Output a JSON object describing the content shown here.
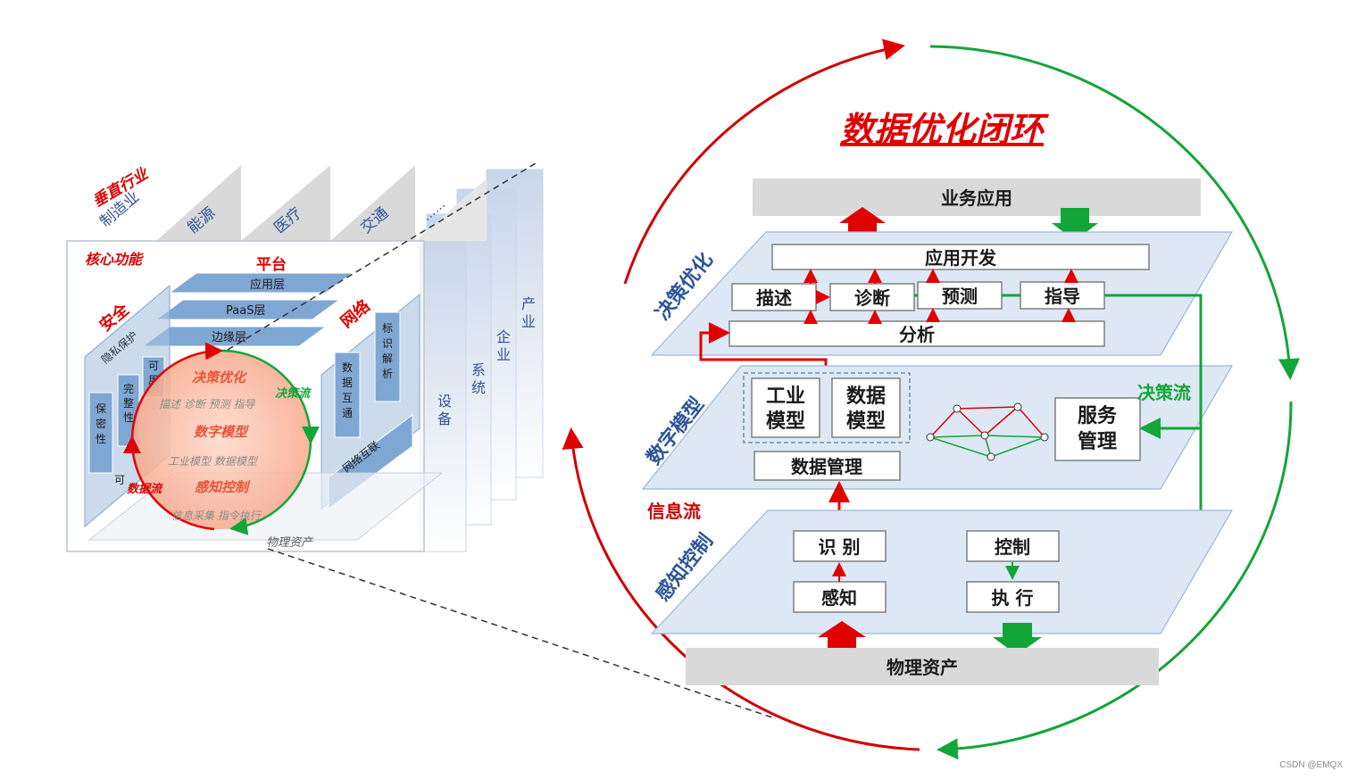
{
  "cube": {
    "vertical_title": "垂直行业",
    "industries": [
      "制造业",
      "能源",
      "医疗",
      "交通",
      "……"
    ],
    "core_title": "核心功能",
    "platform": "平台",
    "security": "安全",
    "network": "网络",
    "layers": [
      "应用层",
      "PaaS层",
      "边缘层"
    ],
    "privacy": "隐私保护",
    "confidentiality": "保密性",
    "integrity": "完整性",
    "availability": "可用性",
    "controllability": "可控性",
    "identity": "标识解析",
    "data_interop": "数据互通",
    "net_interconnect": "网络互联",
    "decision_opt": "决策优化",
    "decision_flow": "决策流",
    "decision_items": "描述 诊断 预测 指导",
    "digital_model": "数字模型",
    "model_items": "工业模型  数据模型",
    "data_flow": "数据流",
    "perception_control": "感知控制",
    "perception_items": "信息采集 指令执行",
    "physical_assets": "物理资产",
    "chain_labels": [
      "设备",
      "系统",
      "企业",
      "产业"
    ]
  },
  "loop": {
    "title": "数据优化闭环",
    "business_app": "业务应用",
    "app_dev": "应用开发",
    "decision_opt": "决策优化",
    "describe": "描述",
    "diagnose": "诊断",
    "predict": "预测",
    "guide": "指导",
    "analysis": "分析",
    "digital_model": "数字模型",
    "industrial_model": [
      "工业",
      "模型"
    ],
    "data_model": [
      "数据",
      "模型"
    ],
    "data_mgmt": "数据管理",
    "service_mgmt": [
      "服务",
      "管理"
    ],
    "decision_flow": "决策流",
    "info_flow": "信息流",
    "perception_control": "感知控制",
    "identify": "识 别",
    "sense": "感知",
    "control": "控制",
    "execute": "执 行",
    "physical_assets": "物理资产"
  },
  "colors": {
    "red": "#e00000",
    "green": "#13a538",
    "blue": "#2f5597"
  },
  "watermark": "CSDN @EMQX"
}
